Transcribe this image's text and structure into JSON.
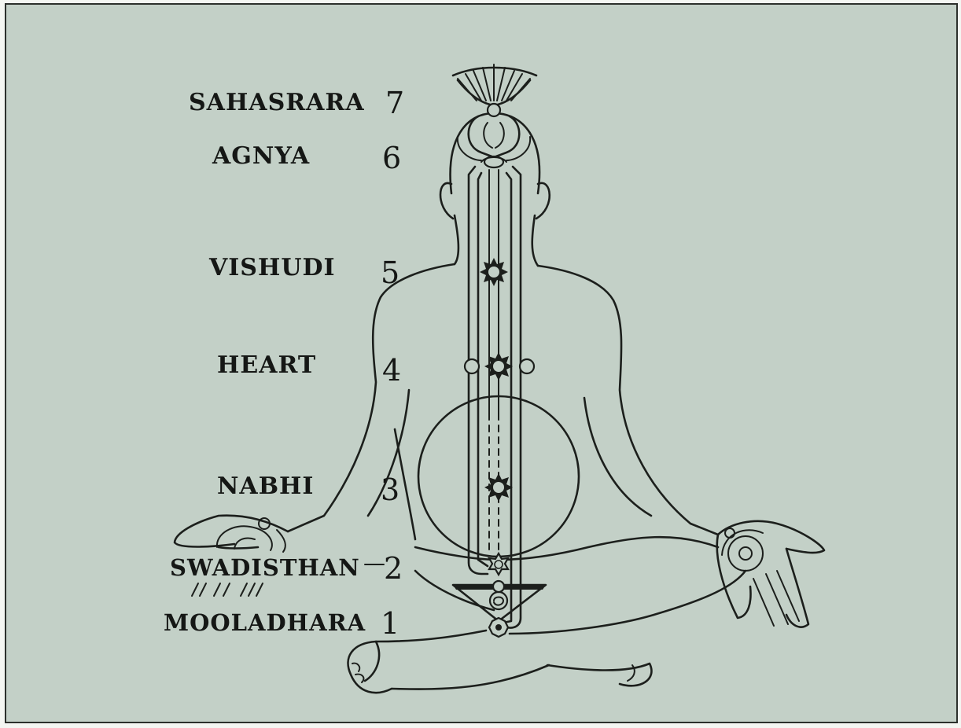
{
  "figure": {
    "background": "#c3d0c7",
    "ink": "#1c1f1c",
    "chakras": [
      {
        "name": "SAHASRARA",
        "number": "7"
      },
      {
        "name": "AGNYA",
        "number": "6"
      },
      {
        "name": "VISHUDI",
        "number": "5"
      },
      {
        "name": "HEART",
        "number": "4"
      },
      {
        "name": "NABHI",
        "number": "3"
      },
      {
        "name": "SWADISTHAN",
        "number": "2"
      },
      {
        "name": "MOOLADHARA",
        "number": "1"
      }
    ]
  }
}
